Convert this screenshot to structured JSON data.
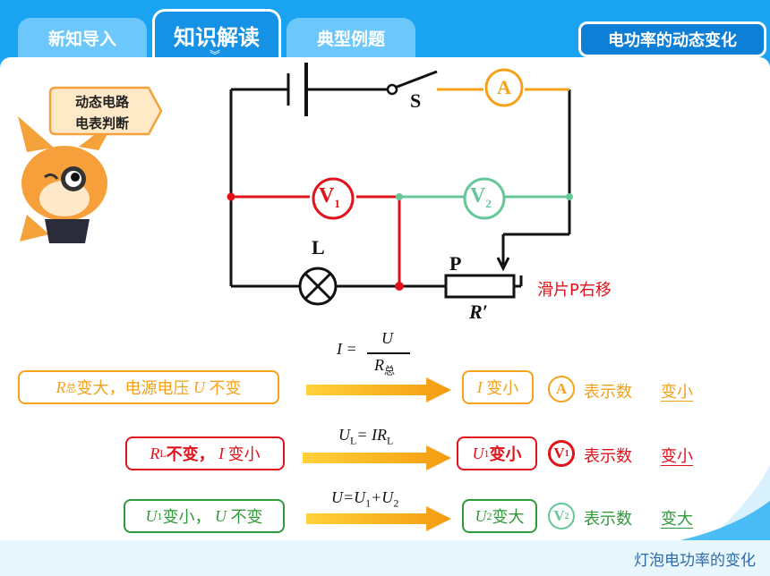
{
  "tabs": [
    {
      "label": "新知导入",
      "active": false
    },
    {
      "label": "知识解读",
      "active": true
    },
    {
      "label": "典型例题",
      "active": false
    }
  ],
  "title_badge": "电功率的动态变化",
  "speech_bubble": {
    "line1": "动态电路",
    "line2": "电表判断"
  },
  "circuit": {
    "switch_label": "S",
    "ammeter_label": "A",
    "voltmeter1": {
      "symbol": "V",
      "sub": "1"
    },
    "voltmeter2": {
      "symbol": "V",
      "sub": "2"
    },
    "lamp_label": "L",
    "slider_label": "P",
    "rheostat_label": "R′",
    "slide_note": "滑片P右移"
  },
  "rows": [
    {
      "cause": {
        "sym": "R",
        "sub": "总",
        "text": "变大，电源电压",
        "sym2": "U",
        "text2": "不变"
      },
      "formula": {
        "lhs": "I =",
        "num": "U",
        "den": "R",
        "den_sub": "总"
      },
      "result": {
        "sym": "I",
        "text": "变小"
      },
      "meter": {
        "symbol": "A",
        "sub": ""
      },
      "reading_label": "表示数",
      "reading_value": "变小"
    },
    {
      "cause": {
        "sym": "R",
        "sub": "L",
        "text": "不变，",
        "sym2": "I",
        "text2": "变小"
      },
      "formula": {
        "text": "U",
        "sub": "L",
        "rest": "= IR",
        "rest_sub": "L"
      },
      "result": {
        "sym": "U",
        "sub": "1",
        "text": "变小"
      },
      "meter": {
        "symbol": "V",
        "sub": "1"
      },
      "reading_label": "表示数",
      "reading_value": "变小"
    },
    {
      "cause": {
        "sym": "U",
        "sub": "1",
        "text": "变小，",
        "sym2": "U",
        "text2": "不变"
      },
      "formula": {
        "text": "U=U",
        "sub": "1",
        "rest": "+U",
        "rest_sub": "2"
      },
      "result": {
        "sym": "U",
        "sub": "2",
        "text": "变大"
      },
      "meter": {
        "symbol": "V",
        "sub": "2"
      },
      "reading_label": "表示数",
      "reading_value": "变大"
    }
  ],
  "footer_caption": "灯泡电功率的变化",
  "colors": {
    "orange": "#f5a11a",
    "red": "#e0121b",
    "green": "#2f9a3a",
    "teal": "#67c79a",
    "background": "#1aa3f0"
  }
}
